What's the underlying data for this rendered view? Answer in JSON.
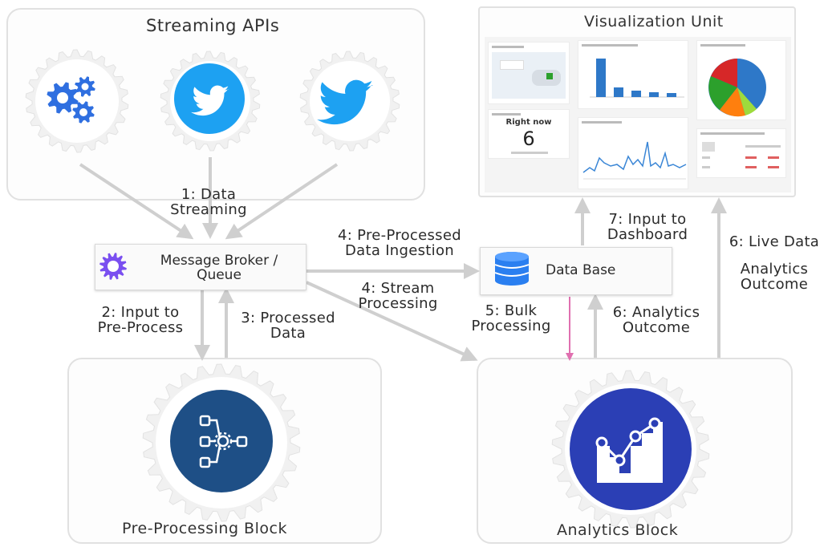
{
  "panels": {
    "streaming_apis": "Streaming APIs",
    "visualization_unit": "Visualization Unit",
    "pre_processing": "Pre-Processing Block",
    "analytics": "Analytics Block"
  },
  "boxes": {
    "message_broker_line1": "Message Broker /",
    "message_broker_line2": "Queue",
    "database": "Data Base"
  },
  "flows": {
    "f1_line1": "1: Data",
    "f1_line2": "Streaming",
    "f2_line1": "2:  Input to",
    "f2_line2": "Pre-Process",
    "f3_line1": "3: Processed",
    "f3_line2": "Data",
    "f4a_line1": "4: Pre-Processed",
    "f4a_line2": "Data Ingestion",
    "f4b_line1": "4: Stream",
    "f4b_line2": "Processing",
    "f5_line1": "5: Bulk",
    "f5_line2": "Processing",
    "f6a_line1": "6: Analytics",
    "f6a_line2": "Outcome",
    "f6b_line1": "6: Live Data",
    "f6b_line2": "Analytics",
    "f6b_line3": "Outcome",
    "f7_line1": "7: Input to",
    "f7_line2": "Dashboard"
  },
  "dashboard": {
    "right_now_label": "Right now",
    "right_now_value": "6"
  },
  "icons": [
    "gears-icon",
    "twitter-icon",
    "twitter-bird-icon",
    "message-queue-icon",
    "database-icon",
    "pipeline-gear-icon",
    "analytics-chart-icon"
  ],
  "colors": {
    "twitter_blue": "#1da1f2",
    "gear_blue": "#2f6fe0",
    "broker_purple": "#7a4ff0",
    "db_blue": "#2a7ff0",
    "pre_circle": "#1e4f86",
    "analytics_circle": "#2b3fb5",
    "flow_arrow": "#cfcfcf",
    "bulk_arrow": "#e070b0"
  }
}
